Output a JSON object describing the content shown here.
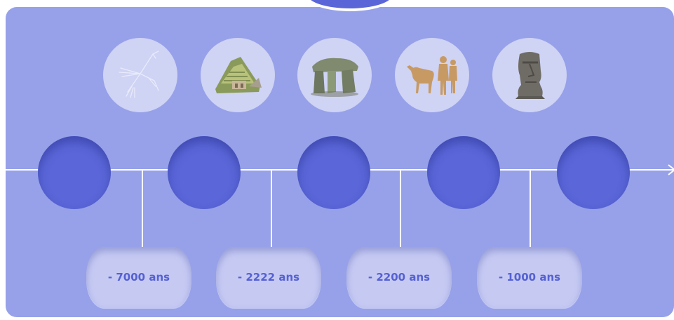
{
  "timeline": {
    "icons": [
      {
        "name": "nazca-bird-icon"
      },
      {
        "name": "machu-picchu-icon"
      },
      {
        "name": "dolmen-icon"
      },
      {
        "name": "terracotta-army-icon"
      },
      {
        "name": "moai-icon"
      }
    ],
    "dates": [
      {
        "label": "- 7000 ans"
      },
      {
        "label": "- 2222 ans"
      },
      {
        "label": "- 2200 ans"
      },
      {
        "label": "- 1000 ans"
      }
    ]
  },
  "colors": {
    "panel": "#97a1e9",
    "marker": "#5b67d9",
    "date_box": "#c6caf3",
    "date_text": "#5561d2"
  }
}
